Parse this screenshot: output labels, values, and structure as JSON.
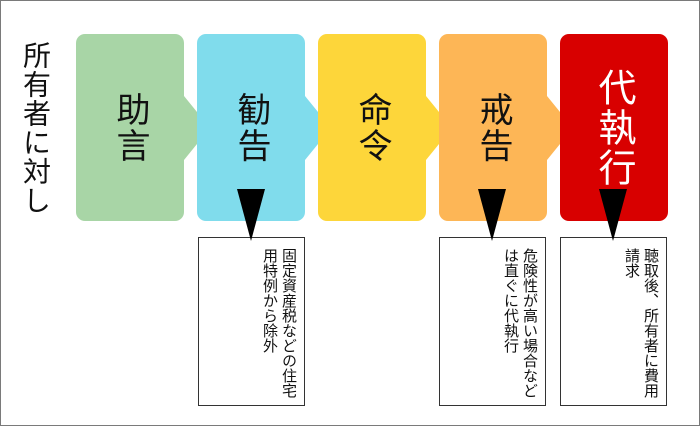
{
  "side_label": "所有者に対し",
  "stages": [
    {
      "name": "助言",
      "color": "#a8d5a6"
    },
    {
      "name": "勧告",
      "color": "#80dcec"
    },
    {
      "name": "命令",
      "color": "#fdd63a"
    },
    {
      "name": "戒告",
      "color": "#fdb656"
    },
    {
      "name": "代執行",
      "color": "#d80000"
    }
  ],
  "notes": {
    "kankoku": "固定資産税などの住宅用特例から除外",
    "kaikoku": "危険性が高い場合などは直ぐに代執行",
    "daishikkou": "聴取後、所有者に費用請求"
  }
}
